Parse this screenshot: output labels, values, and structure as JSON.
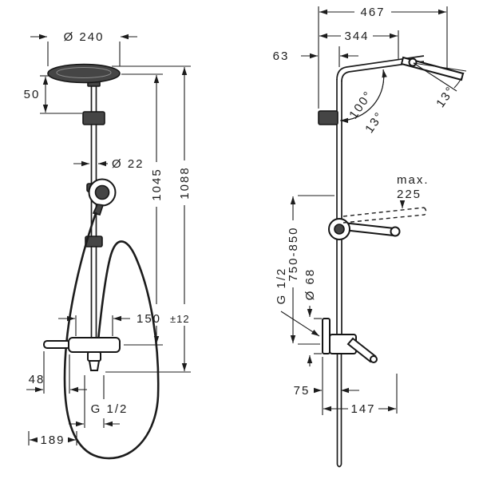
{
  "drawing": {
    "front": {
      "head_diameter": "Ø 240",
      "height_50": "50",
      "pipe_diameter": "Ø 22",
      "height_1045": "1045",
      "height_1088": "1088",
      "union_distance": "150",
      "union_tolerance": "±12",
      "width_48": "48",
      "thread": "G 1/2",
      "width_189": "189"
    },
    "side": {
      "depth_467": "467",
      "depth_344": "344",
      "offset_63": "63",
      "angle_100": "100°",
      "angle_13_upper": "13°",
      "angle_13_lower": "13°",
      "max_label": "max.",
      "max_value": "225",
      "height_range": "750-850",
      "thread": "G 1/2",
      "escutcheon_diameter": "Ø 68",
      "offset_75": "75",
      "depth_147": "147"
    }
  },
  "colors": {
    "ink": "#1c1c1c",
    "fill_dark": "#454545",
    "background": "#ffffff"
  }
}
